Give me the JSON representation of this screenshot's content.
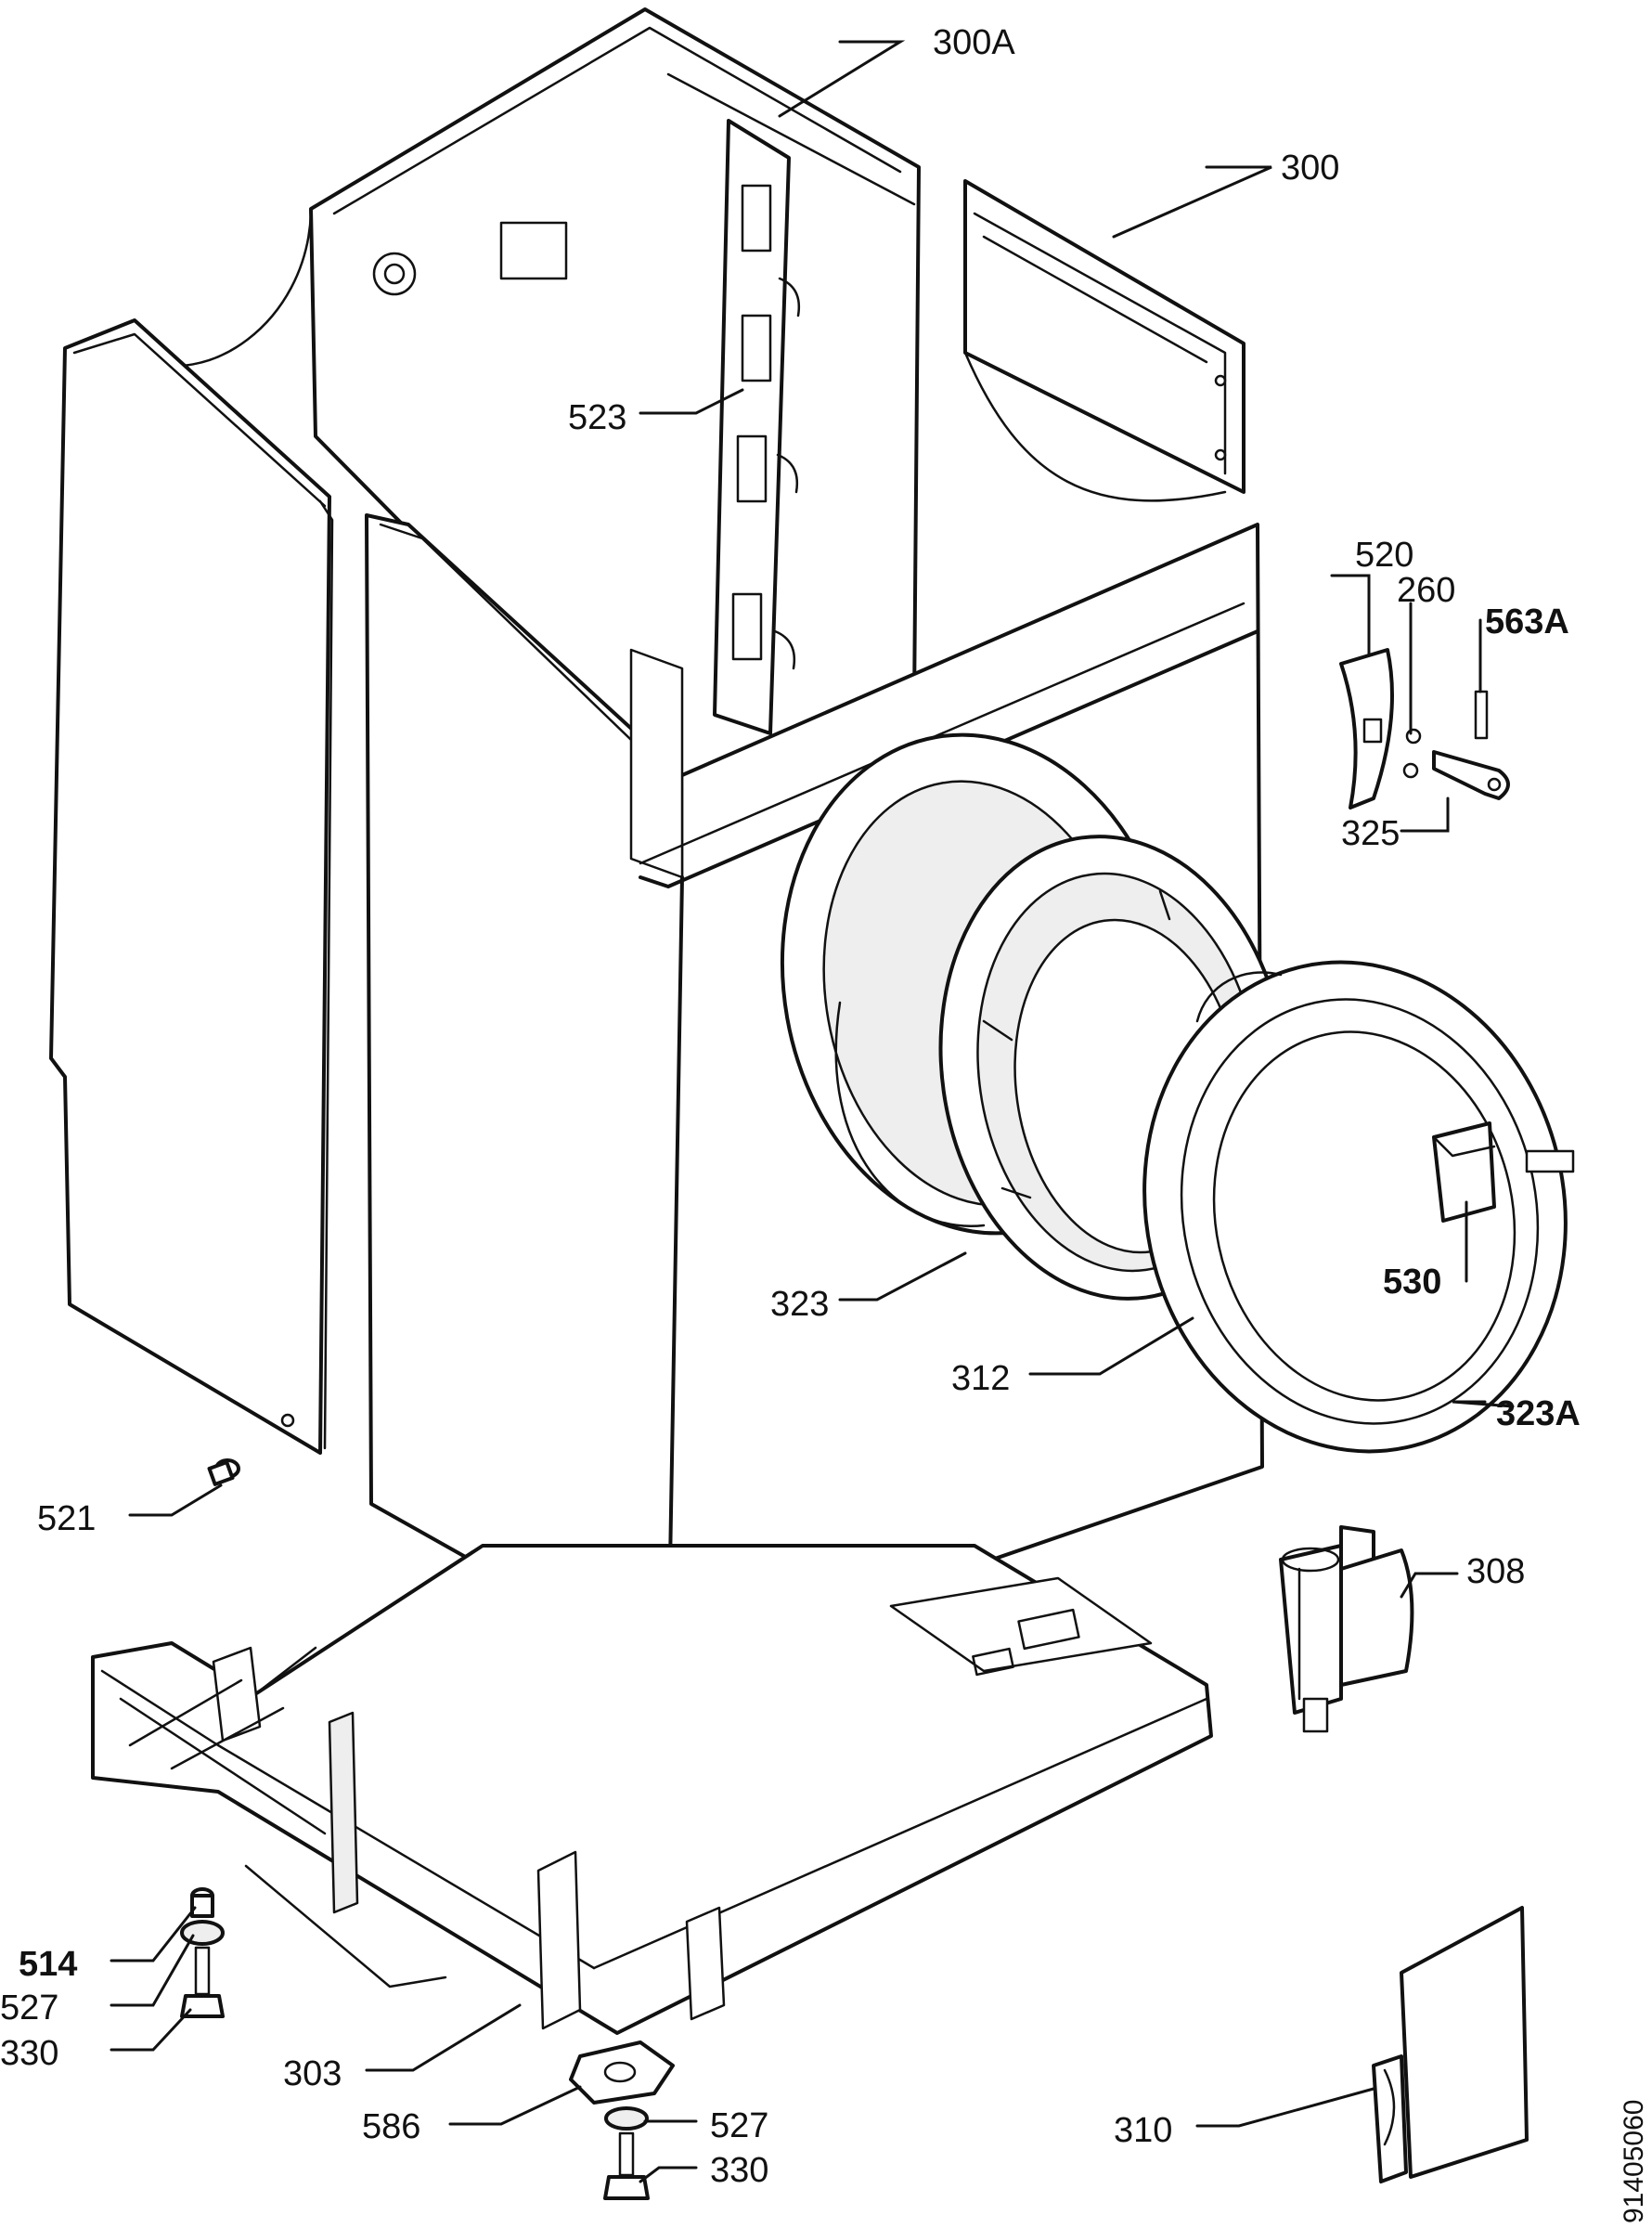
{
  "drawing_code": "91405060",
  "part_labels": [
    {
      "id": "300A",
      "text": "300A"
    },
    {
      "id": "300",
      "text": "300"
    },
    {
      "id": "523",
      "text": "523"
    },
    {
      "id": "520",
      "text": "520"
    },
    {
      "id": "260",
      "text": "260"
    },
    {
      "id": "563A",
      "text": "563A"
    },
    {
      "id": "325",
      "text": "325"
    },
    {
      "id": "323",
      "text": "323"
    },
    {
      "id": "530",
      "text": "530"
    },
    {
      "id": "312",
      "text": "312"
    },
    {
      "id": "323A",
      "text": "323A"
    },
    {
      "id": "521",
      "text": "521"
    },
    {
      "id": "308",
      "text": "308"
    },
    {
      "id": "514",
      "text": "514"
    },
    {
      "id": "527a",
      "text": "527"
    },
    {
      "id": "330a",
      "text": "330"
    },
    {
      "id": "303",
      "text": "303"
    },
    {
      "id": "586",
      "text": "586"
    },
    {
      "id": "527b",
      "text": "527"
    },
    {
      "id": "330b",
      "text": "330"
    },
    {
      "id": "310",
      "text": "310"
    }
  ],
  "colors": {
    "ink": "#111111",
    "paper": "#ffffff"
  }
}
